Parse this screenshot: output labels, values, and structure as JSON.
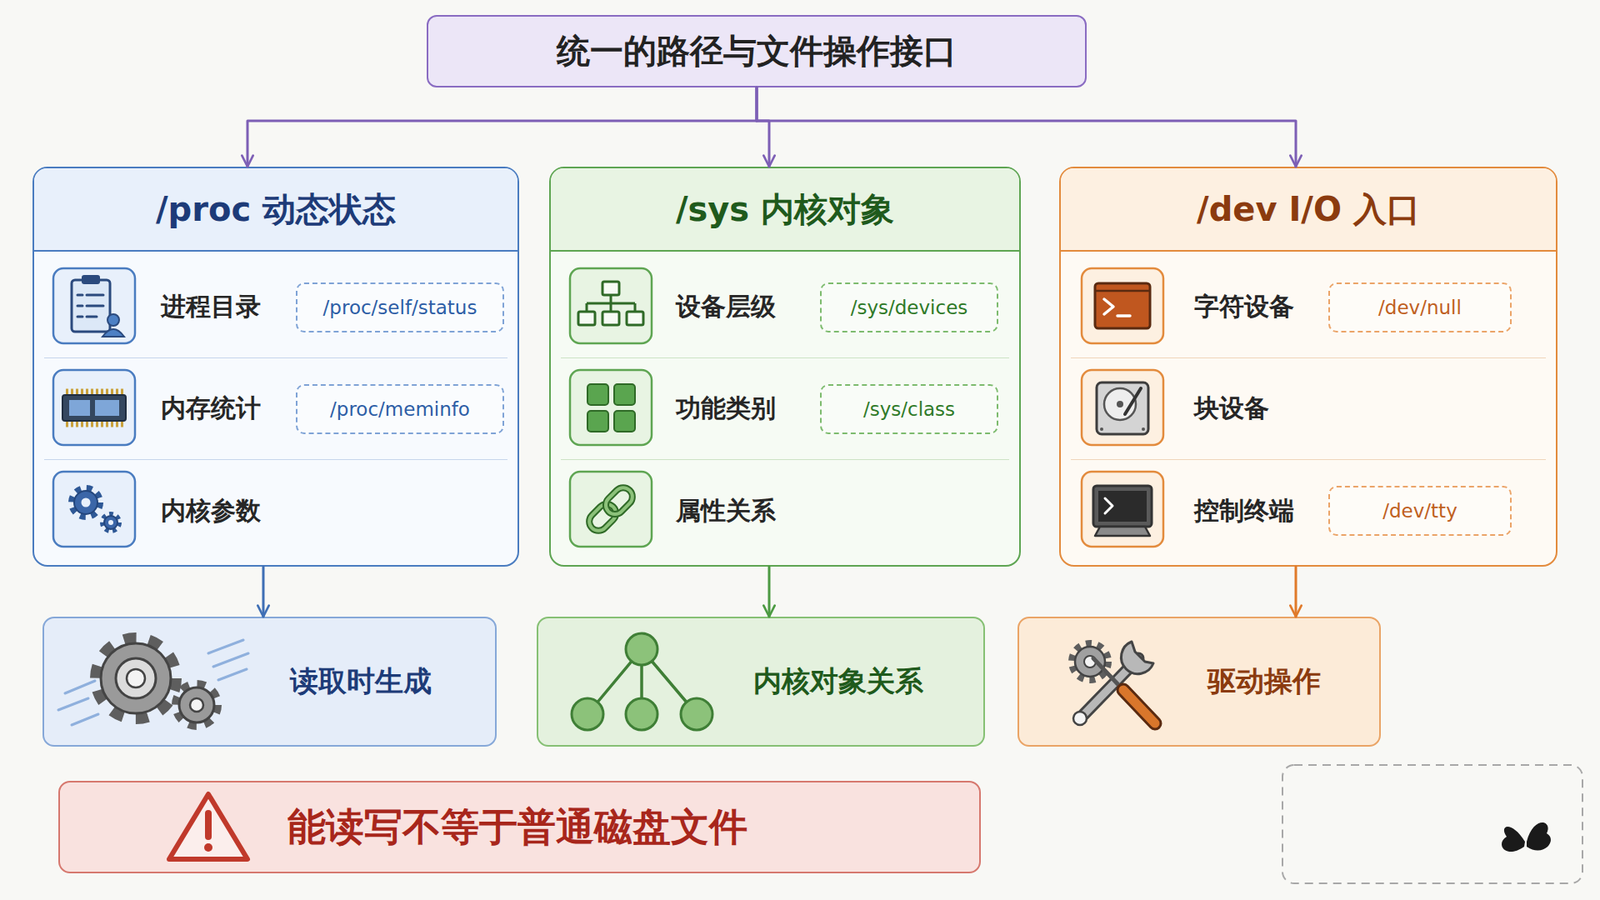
{
  "diagram": {
    "nodes": [
      {
        "text": [
          "统一的路径与文件操作接口"
        ]
      },
      {
        "text": [
          "/proc 动态状态"
        ]
      },
      {
        "text": [
          "进程目录"
        ],
        "in": 1
      },
      {
        "text": [
          "/proc/self/status"
        ],
        "in": 2
      },
      {
        "text": [
          "内存统计"
        ],
        "in": 1
      },
      {
        "text": [
          "/proc/meminfo"
        ],
        "in": 4
      },
      {
        "text": [
          "内核参数"
        ],
        "in": 1
      },
      {
        "text": [
          "/sys 内核对象"
        ]
      },
      {
        "text": [
          "设备层级"
        ],
        "in": 7
      },
      {
        "text": [
          "/sys/devices"
        ],
        "in": 8
      },
      {
        "text": [
          "功能类别"
        ],
        "in": 7
      },
      {
        "text": [
          "/sys/class"
        ],
        "in": 10
      },
      {
        "text": [
          "属性关系"
        ],
        "in": 7
      },
      {
        "text": [
          "/dev I/O 入口"
        ]
      },
      {
        "text": [
          "字符设备"
        ],
        "in": 13
      },
      {
        "text": [
          "/dev/null"
        ],
        "in": 14
      },
      {
        "text": [
          "块设备"
        ],
        "in": 13
      },
      {
        "text": [
          "控制终端"
        ],
        "in": 13
      },
      {
        "text": [
          "/dev/tty"
        ],
        "in": 17
      },
      {
        "text": [
          "读取时生成"
        ]
      },
      {
        "text": [
          "内核对象关系"
        ]
      },
      {
        "text": [
          "驱动操作"
        ]
      },
      {
        "text": [
          "能读写不等于普通磁盘文件"
        ]
      }
    ],
    "edges": [
      {
        "from": 0,
        "to": 1,
        "arrow": "to"
      },
      {
        "from": 0,
        "to": 7,
        "arrow": "to"
      },
      {
        "from": 0,
        "to": 13,
        "arrow": "to"
      },
      {
        "from": 1,
        "to": 19,
        "arrow": "to"
      },
      {
        "from": 7,
        "to": 20,
        "arrow": "to"
      },
      {
        "from": 13,
        "to": 21,
        "arrow": "to"
      }
    ]
  }
}
